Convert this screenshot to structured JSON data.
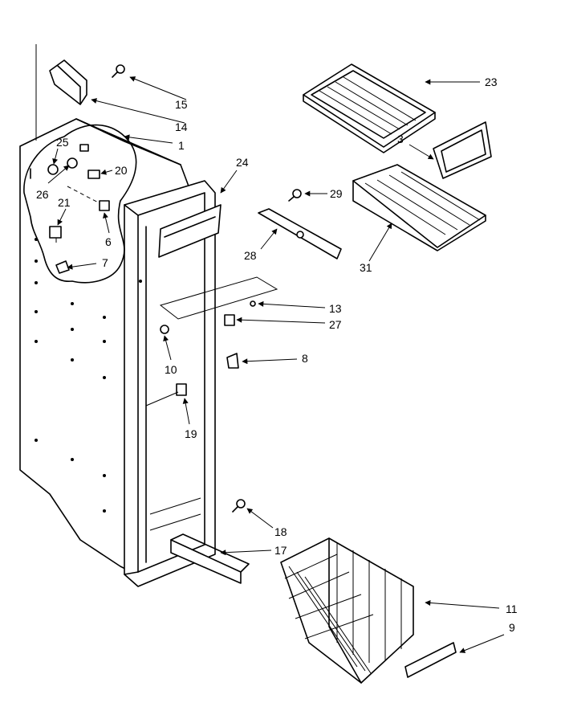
{
  "diagram": {
    "callouts": [
      {
        "id": "23",
        "label": "23"
      },
      {
        "id": "3",
        "label": "3"
      },
      {
        "id": "15",
        "label": "15"
      },
      {
        "id": "14",
        "label": "14"
      },
      {
        "id": "1",
        "label": "1"
      },
      {
        "id": "25",
        "label": "25"
      },
      {
        "id": "20",
        "label": "20"
      },
      {
        "id": "26",
        "label": "26"
      },
      {
        "id": "21",
        "label": "21"
      },
      {
        "id": "6",
        "label": "6"
      },
      {
        "id": "7",
        "label": "7"
      },
      {
        "id": "24",
        "label": "24"
      },
      {
        "id": "29",
        "label": "29"
      },
      {
        "id": "28",
        "label": "28"
      },
      {
        "id": "31",
        "label": "31"
      },
      {
        "id": "13",
        "label": "13"
      },
      {
        "id": "27",
        "label": "27"
      },
      {
        "id": "8",
        "label": "8"
      },
      {
        "id": "10",
        "label": "10"
      },
      {
        "id": "19",
        "label": "19"
      },
      {
        "id": "18",
        "label": "18"
      },
      {
        "id": "17",
        "label": "17"
      },
      {
        "id": "11",
        "label": "11"
      },
      {
        "id": "9",
        "label": "9"
      }
    ]
  }
}
